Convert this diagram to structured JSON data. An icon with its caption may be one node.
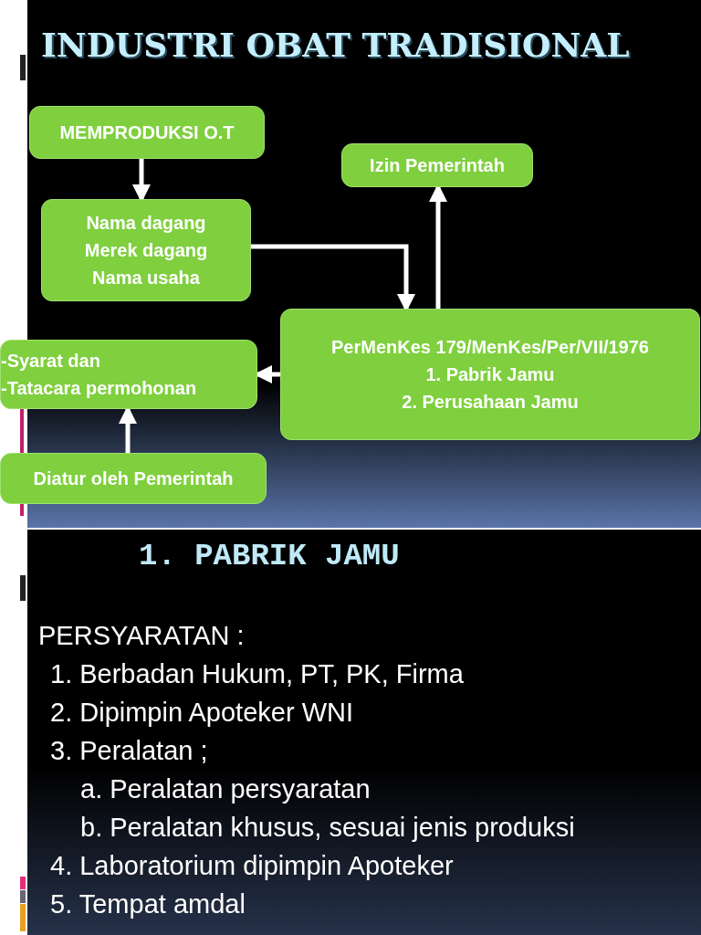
{
  "diagram": {
    "title": "INDUSTRI OBAT TRADISIONAL",
    "nodes": [
      {
        "text": [
          "MEMPRODUKSI O.T"
        ]
      },
      {
        "text": [
          "Izin Pemerintah"
        ]
      },
      {
        "text": [
          "Nama dagang",
          "Merek dagang",
          "Nama usaha"
        ]
      },
      {
        "text": [
          "-Syarat dan",
          "-Tatacara permohonan"
        ]
      },
      {
        "text": [
          "PerMenKes 179/MenKes/Per/VII/1976",
          "1. Pabrik Jamu",
          "2. Perusahaan Jamu"
        ]
      },
      {
        "text": [
          "Diatur oleh Pemerintah"
        ]
      }
    ],
    "edges": [
      {
        "from": 0,
        "to": 2,
        "arrow": "to"
      },
      {
        "from": 2,
        "to": 4,
        "arrow": "to"
      },
      {
        "from": 4,
        "to": 1,
        "arrow": "to"
      },
      {
        "from": 4,
        "to": 3,
        "arrow": "to"
      },
      {
        "from": 5,
        "to": 3,
        "arrow": "to"
      }
    ],
    "labels": [
      "1. PABRIK JAMU",
      "PERSYARATAN :",
      "1. Berbadan Hukum, PT, PK, Firma",
      "2. Dipimpin Apoteker WNI",
      "3. Peralatan ;",
      "a. Peralatan persyaratan",
      "b. Peralatan khusus, sesuai jenis produksi",
      "4. Laboratorium dipimpin Apoteker",
      "5. Tempat amdal"
    ]
  }
}
